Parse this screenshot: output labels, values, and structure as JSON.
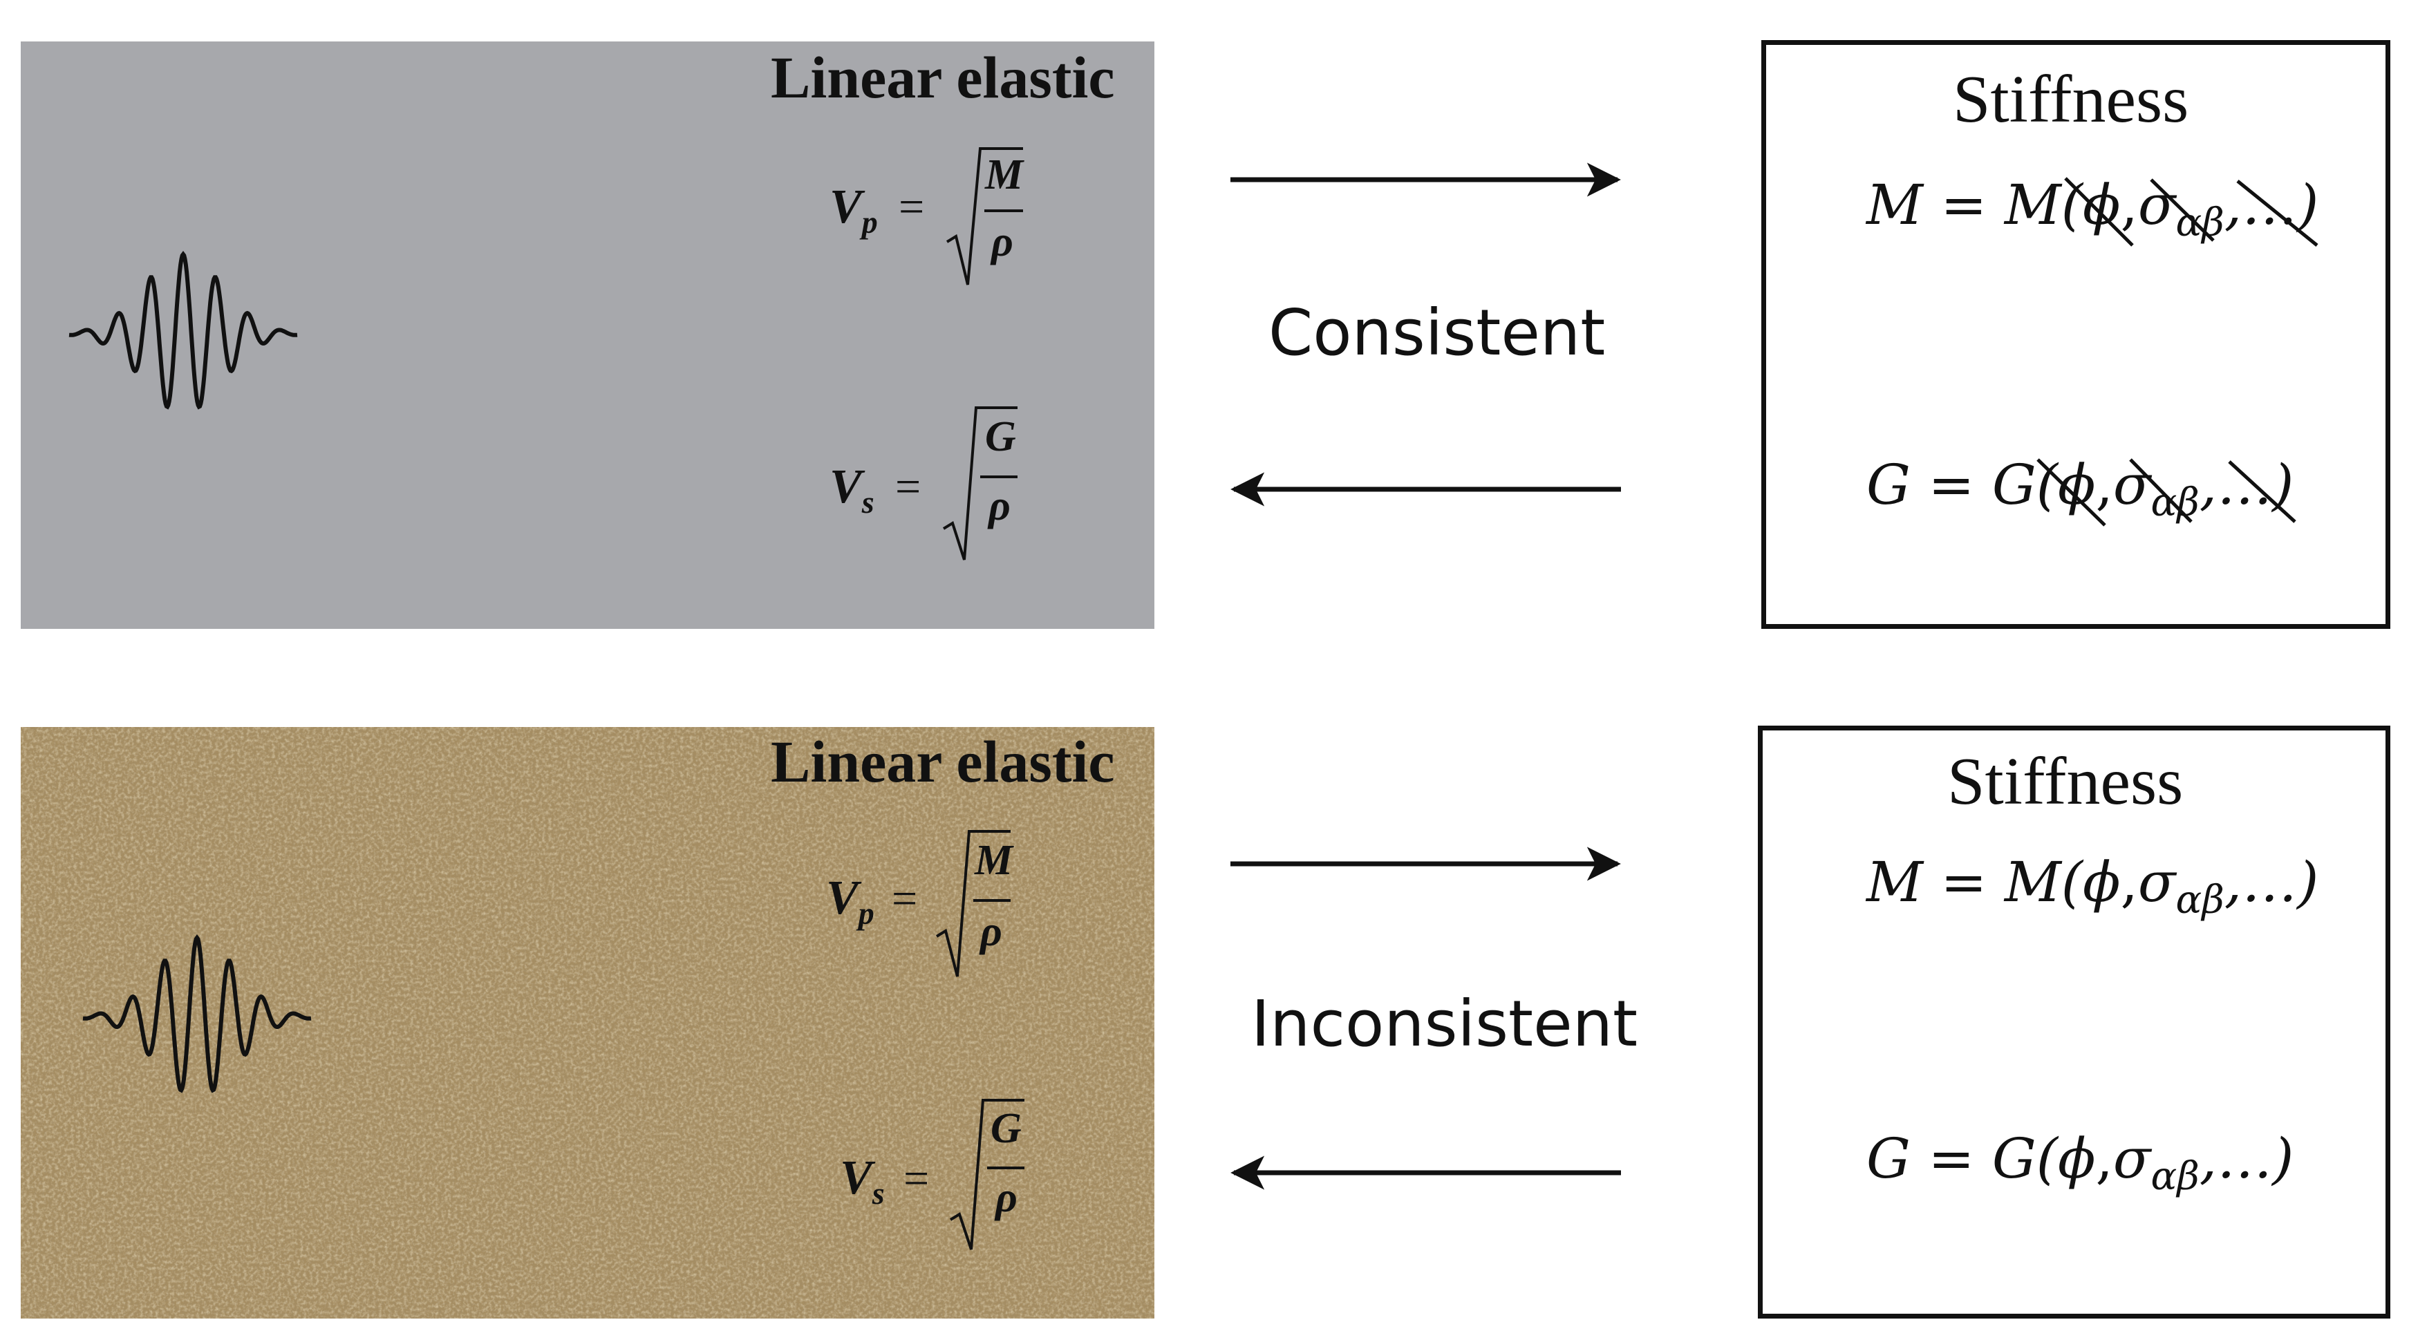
{
  "top_panel": {
    "title": "Linear elastic",
    "vp_formula": {
      "lhs": "V",
      "lhs_sub": "p",
      "eq": "=",
      "num": "M",
      "den": "ρ"
    },
    "vs_formula": {
      "lhs": "V",
      "lhs_sub": "s",
      "eq": "=",
      "num": "G",
      "den": "ρ"
    }
  },
  "bottom_panel": {
    "title": "Linear elastic",
    "vp_formula": {
      "lhs": "V",
      "lhs_sub": "p",
      "eq": "=",
      "num": "M",
      "den": "ρ"
    },
    "vs_formula": {
      "lhs": "V",
      "lhs_sub": "s",
      "eq": "=",
      "num": "G",
      "den": "ρ"
    }
  },
  "labels": {
    "top": "Consistent",
    "bottom": "Inconsistent"
  },
  "top_box": {
    "title": "Stiffness",
    "m_eq": {
      "lhs": "M",
      "eq": "=",
      "func": "M(",
      "phi": "ϕ",
      "sep": ",",
      "sigma": "σ",
      "sigma_sub": "αβ",
      "rest": ",…)"
    },
    "g_eq": {
      "lhs": "G",
      "eq": "=",
      "func": "G(",
      "phi": "ϕ",
      "sep": ",",
      "sigma": "σ",
      "sigma_sub": "αβ",
      "rest": ",…)"
    }
  },
  "bottom_box": {
    "title": "Stiffness",
    "m_eq": {
      "lhs": "M",
      "eq": "=",
      "func": "M(",
      "phi": "ϕ",
      "sep": ",",
      "sigma": "σ",
      "sigma_sub": "αβ",
      "rest": ",…)"
    },
    "g_eq": {
      "lhs": "G",
      "eq": "=",
      "func": "G(",
      "phi": "ϕ",
      "sep": ",",
      "sigma": "σ",
      "sigma_sub": "αβ",
      "rest": ",…)"
    }
  },
  "colors": {
    "top_panel_bg": "#a7a8ac",
    "bottom_panel_bg": "#a58d62",
    "ink": "#111111"
  }
}
